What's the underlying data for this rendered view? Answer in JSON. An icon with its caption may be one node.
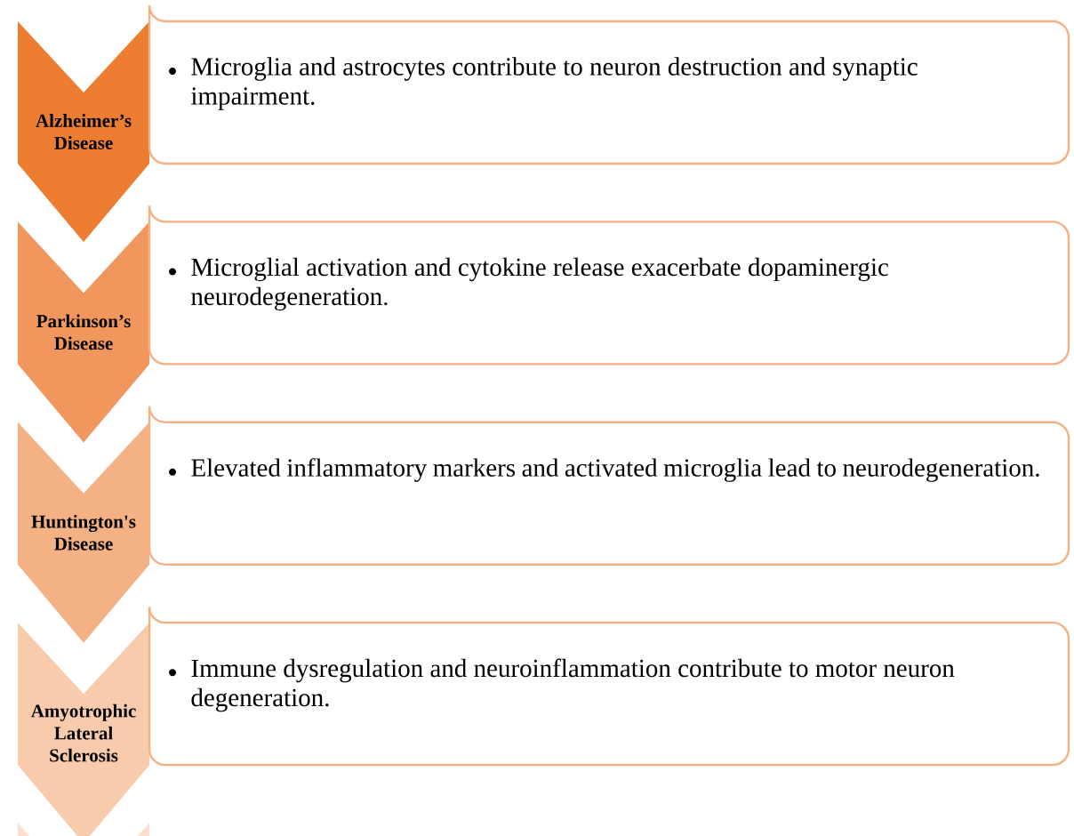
{
  "diagram": {
    "nodes": [
      {
        "text": [
          "Alzheimer’s Disease"
        ]
      },
      {
        "text": [
          "Microglia and astrocytes contribute to neuron destruction and synaptic impairment."
        ]
      },
      {
        "text": [
          "Parkinson’s Disease"
        ]
      },
      {
        "text": [
          "Microglial activation and cytokine release exacerbate dopaminergic neurodegeneration."
        ]
      },
      {
        "text": [
          "Huntington's Disease"
        ]
      },
      {
        "text": [
          "Elevated inflammatory markers and activated microglia lead to neurodegeneration."
        ]
      },
      {
        "text": [
          "Amyotrophic Lateral Sclerosis"
        ]
      },
      {
        "text": [
          "Immune dysregulation and neuroinflammation contribute to motor neuron degeneration."
        ]
      },
      {
        "text": [],
        "shape": "chevron"
      }
    ]
  }
}
